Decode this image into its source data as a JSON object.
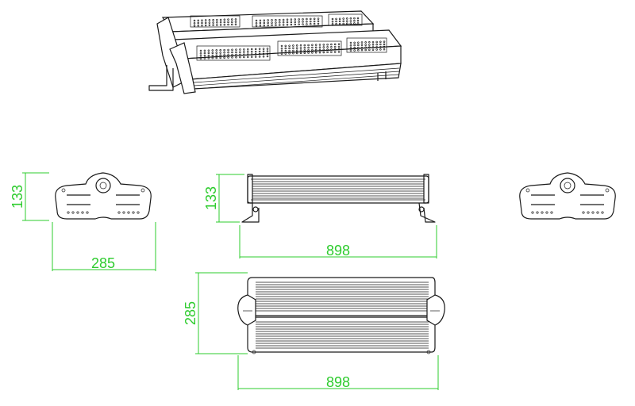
{
  "colors": {
    "line": "#1a1a1a",
    "dimension": "#2ecc2e",
    "background": "#ffffff"
  },
  "dimensions": {
    "side_height": "133",
    "side_width": "285",
    "front_height": "133",
    "front_length": "898",
    "top_depth": "285",
    "top_length": "898"
  }
}
